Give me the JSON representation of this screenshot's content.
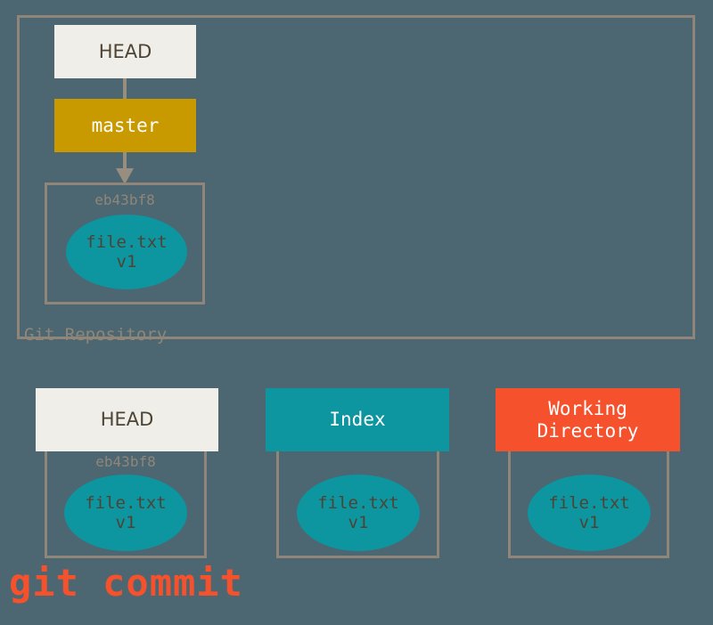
{
  "diagram": {
    "title": "git commit",
    "colors": {
      "background": "#4c6771",
      "border_gray": "#8f8679",
      "teal": "#0d95a0",
      "gold": "#c99a00",
      "orange_red": "#f4512c",
      "cream": "#efeee8",
      "text_dark": "#4d4436",
      "connector": "#978e80"
    }
  },
  "repository": {
    "label": "Git Repository",
    "head_box": {
      "label": "HEAD"
    },
    "branch_box": {
      "label": "master"
    },
    "commit": {
      "sha": "eb43bf8",
      "blob": {
        "filename": "file.txt",
        "version": "v1"
      }
    }
  },
  "areas": [
    {
      "id": "head",
      "header": "HEAD",
      "sha": "eb43bf8",
      "blob": {
        "filename": "file.txt",
        "version": "v1"
      }
    },
    {
      "id": "index",
      "header": "Index",
      "sha": "",
      "blob": {
        "filename": "file.txt",
        "version": "v1"
      }
    },
    {
      "id": "working-directory",
      "header_line1": "Working",
      "header_line2": "Directory",
      "sha": "",
      "blob": {
        "filename": "file.txt",
        "version": "v1"
      }
    }
  ],
  "caption": {
    "text": "git commit"
  }
}
